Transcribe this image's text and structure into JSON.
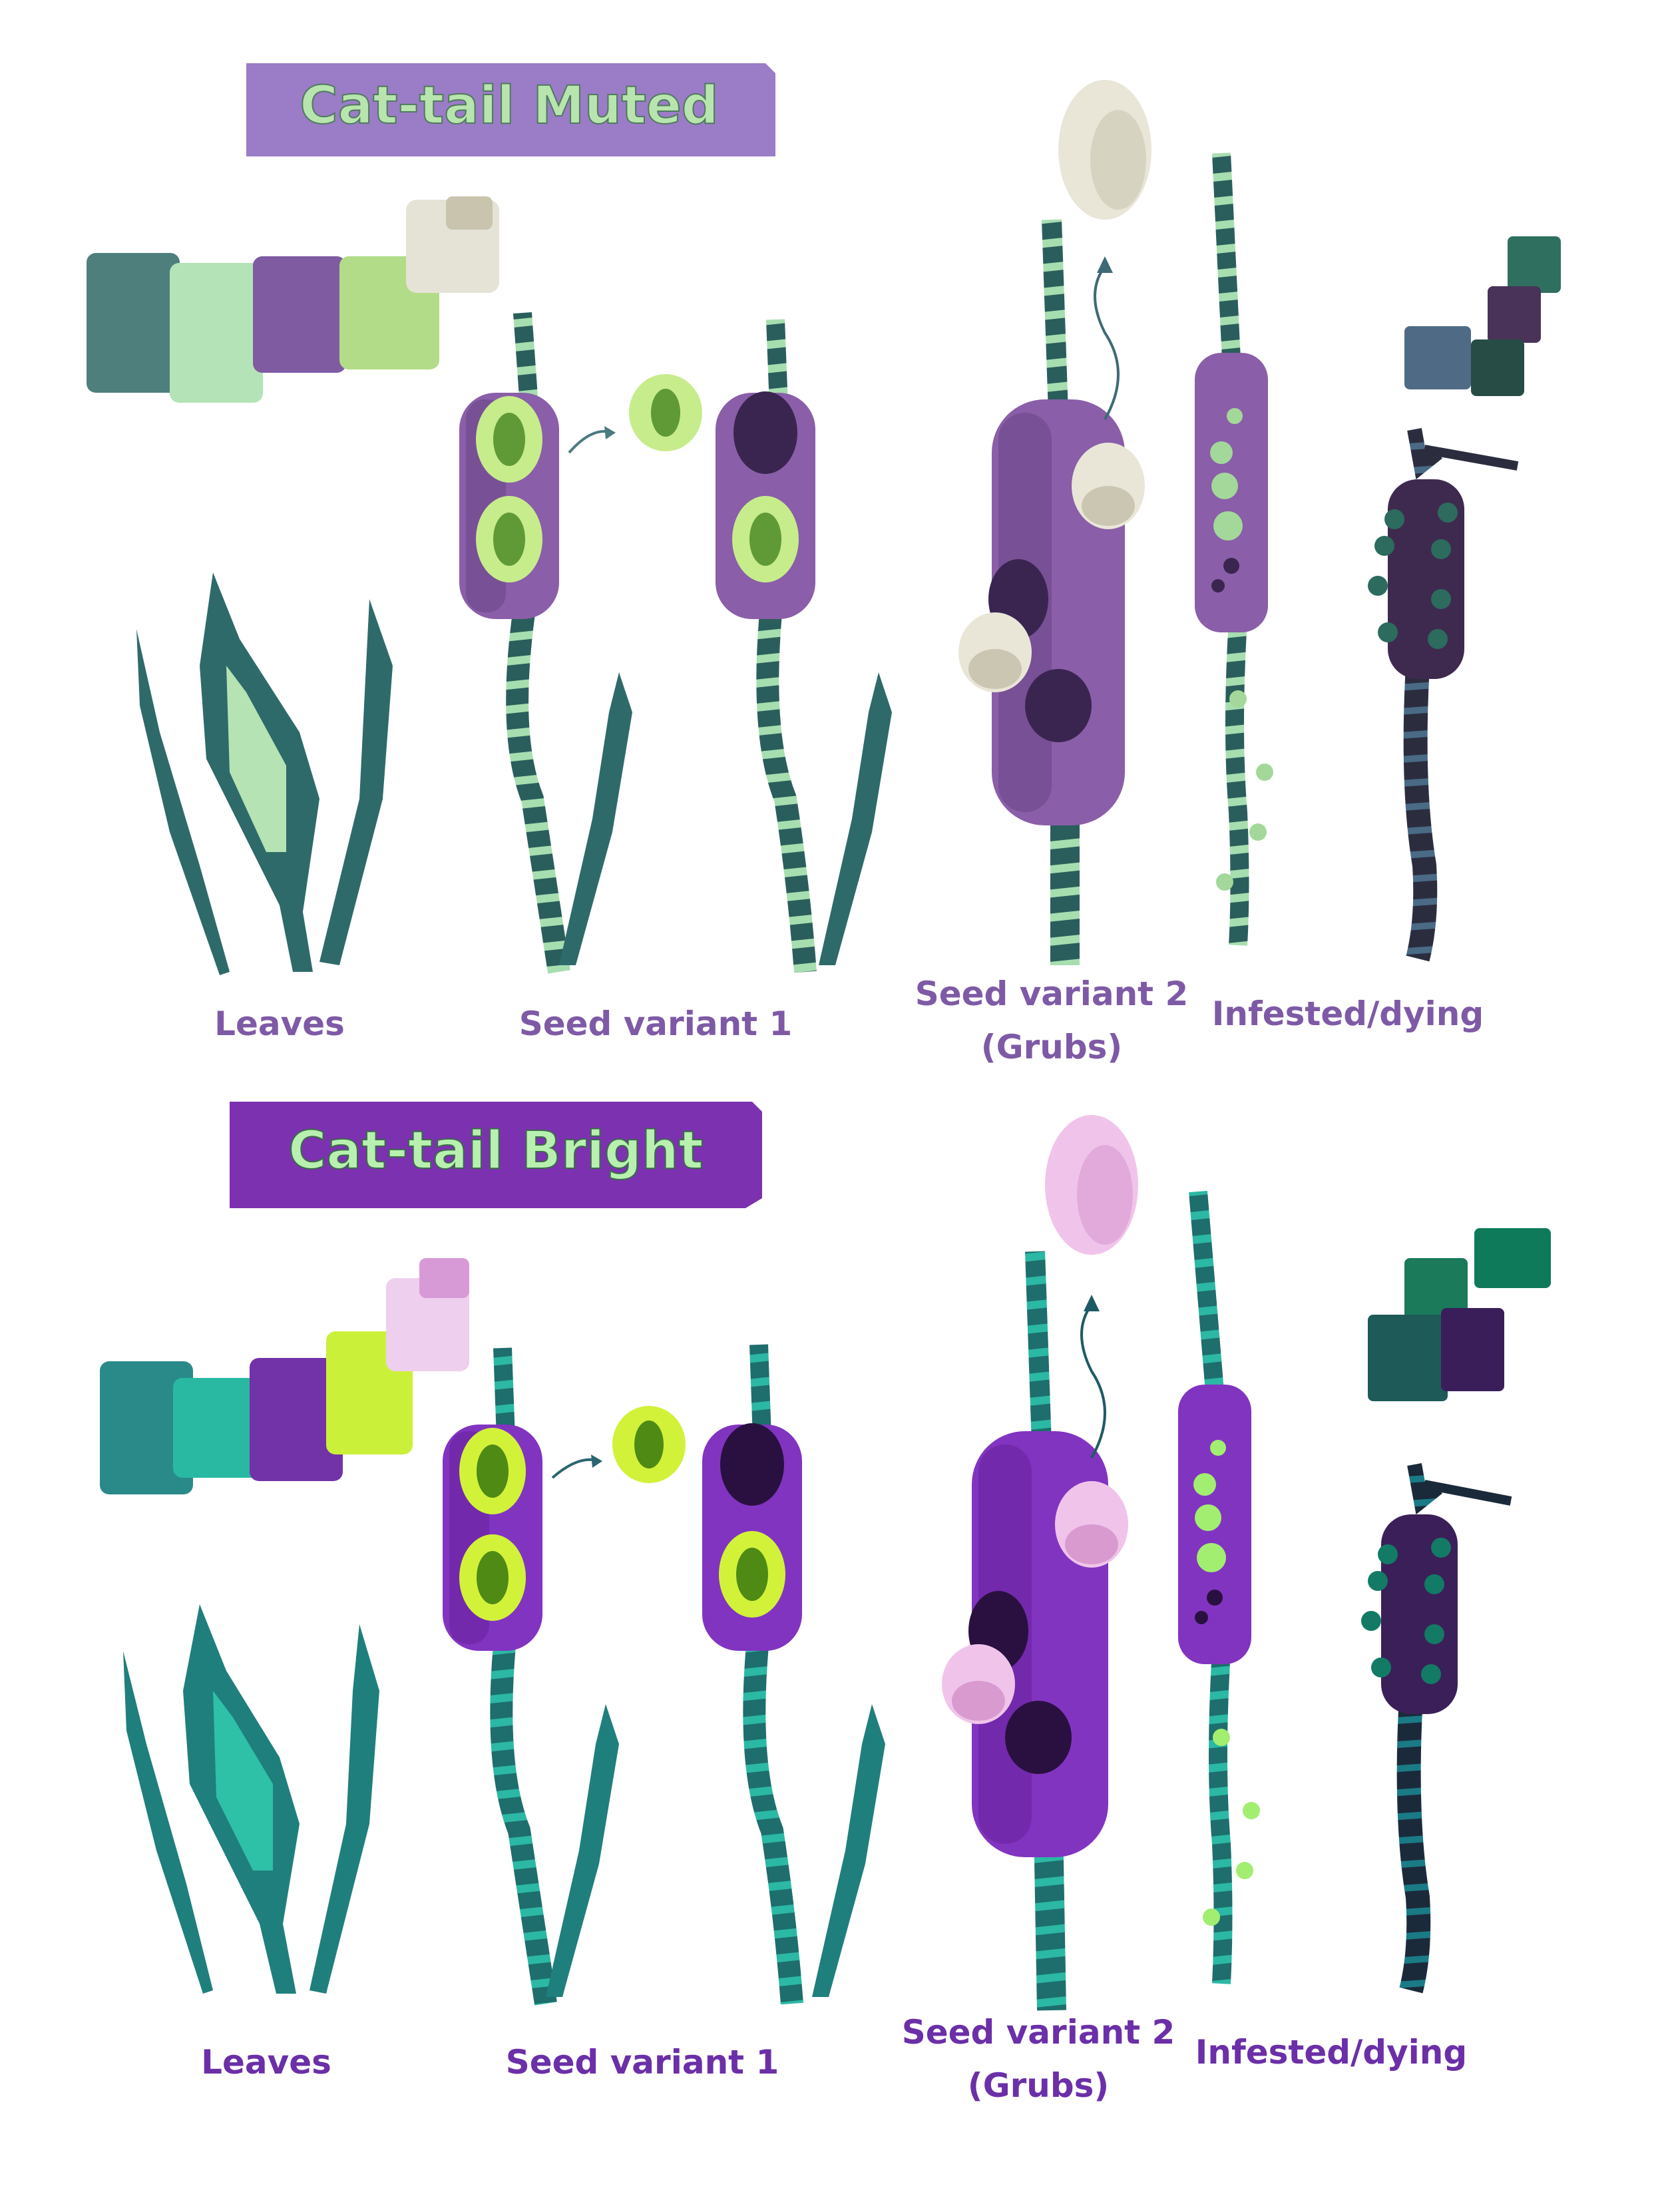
{
  "sheets": [
    {
      "title": "Cat-tail Muted",
      "labels": {
        "leaves": "Leaves",
        "seed1": "Seed variant 1",
        "seed2_line1": "Seed variant 2",
        "seed2_line2": "(Grubs)",
        "infested": "Infested/dying"
      },
      "colors": {
        "banner": "#9b7cc7",
        "title_text": "#b8e4ae",
        "label_text": "#7e5aa6",
        "leaf": "#2f6a6a",
        "leaf_inner": "#b5e3b3",
        "stem_dark": "#2a5e5c",
        "stem_light": "#a7deb0",
        "pod": "#8a5ea8",
        "pod_shade": "#6c4789",
        "seed": "#c7ec8c",
        "seed_core": "#5f9a37",
        "grub": "#e9e6d8",
        "grub_shade": "#cbc6b2",
        "bead": "#a3d89a",
        "dying_pod": "#3f2a4f",
        "dying_bead": "#2c6b5e",
        "swatches": [
          "#4e7f7c",
          "#b4e3b7",
          "#7f5ba2",
          "#b2dc88",
          "#e5e3d6"
        ],
        "dying_swatches": [
          "#2f6f5f",
          "#4a3358",
          "#4f6a84",
          "#264c45"
        ]
      }
    },
    {
      "title": "Cat-tail Bright",
      "labels": {
        "leaves": "Leaves",
        "seed1": "Seed variant 1",
        "seed2_line1": "Seed variant 2",
        "seed2_line2": "(Grubs)",
        "infested": "Infested/dying"
      },
      "colors": {
        "banner": "#7c32b0",
        "title_text": "#b8f0b0",
        "label_text": "#6b2fa8",
        "leaf": "#1f7f7c",
        "leaf_inner": "#2fc0a8",
        "stem_dark": "#1d6e6c",
        "stem_light": "#2bb8a4",
        "pod": "#8134c0",
        "pod_shade": "#6a239e",
        "seed": "#d2f23a",
        "seed_core": "#4f8a14",
        "grub": "#f0c4ea",
        "grub_shade": "#d99ad0",
        "bead": "#a2ee70",
        "dying_pod": "#3a1f58",
        "dying_bead": "#137a66",
        "swatches": [
          "#2a8a8a",
          "#29b9a2",
          "#7232a8",
          "#cbf03a",
          "#eecfee"
        ],
        "dying_swatches": [
          "#0e7a5a",
          "#1a7a5a",
          "#1e5a58",
          "#3a1e5a"
        ]
      }
    }
  ]
}
